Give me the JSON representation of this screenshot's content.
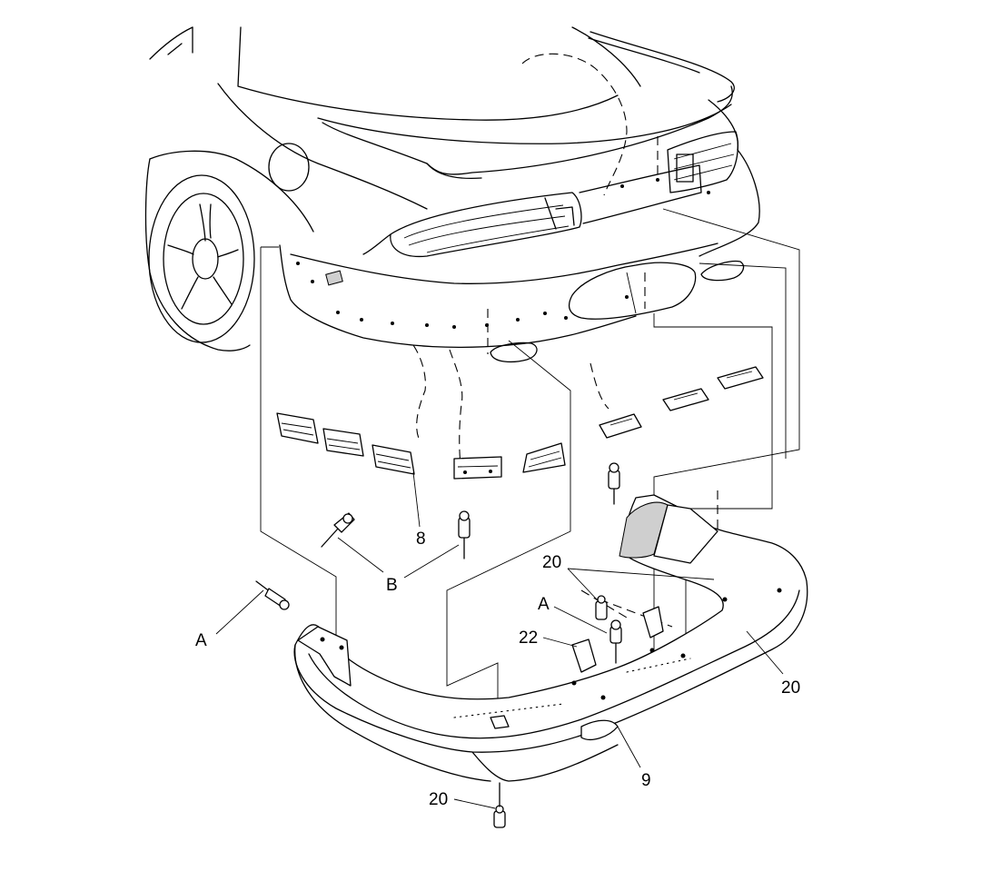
{
  "callouts": {
    "part_8": "8",
    "part_9": "9",
    "part_20_upper": "20",
    "part_20_right": "20",
    "part_20_bottom": "20",
    "part_22": "22",
    "fastener_A_left": "A",
    "fastener_A_right": "A",
    "fastener_B": "B"
  }
}
